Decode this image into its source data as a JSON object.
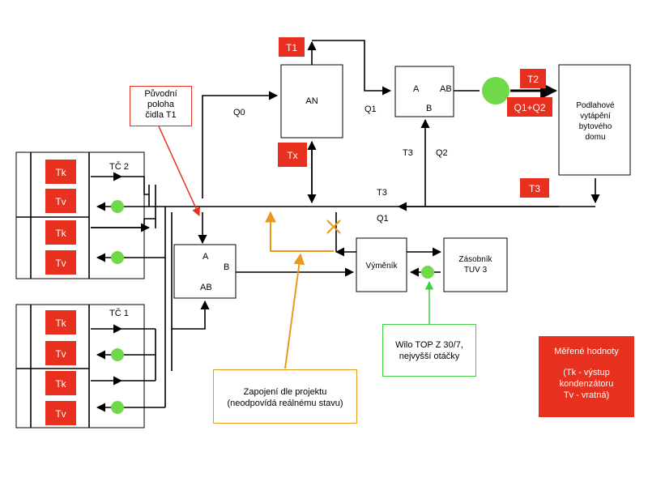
{
  "blocks": {
    "an": "AN",
    "valve_top": {
      "a": "A",
      "ab": "AB",
      "b": "B"
    },
    "valve_bottom": {
      "a": "A",
      "b": "B",
      "ab": "AB"
    },
    "floor_heating": [
      "Podlahové",
      "vytápění",
      "bytového",
      "domu"
    ],
    "exchanger": "Výměník",
    "tank": [
      "Zásobník",
      "TUV 3"
    ]
  },
  "tags": {
    "t1": "T1",
    "tx": "Tx",
    "t2": "T2",
    "q1q2": "Q1+Q2",
    "t3_right": "T3",
    "tk": "Tk",
    "tv": "Tv"
  },
  "labels": {
    "q0": "Q0",
    "q1_top": "Q1",
    "t3_mid": "T3",
    "q2": "Q2",
    "t3_line": "T3",
    "q1_line": "Q1",
    "tc2": "TČ 2",
    "tc1": "TČ 1"
  },
  "callouts": {
    "original_position": [
      "Původní",
      "poloha",
      "čidla T1"
    ],
    "project": [
      "Zapojení dle projektu",
      "(neodpovídá reálnému stavu)"
    ],
    "pump_info": [
      "Wilo TOP Z 30/7,",
      "nejvyšší otáčky"
    ],
    "legend": [
      "Měřené hodnoty",
      "",
      "(Tk - výstup",
      "kondenzátoru",
      "Tv - vratná)"
    ]
  },
  "colors": {
    "tag_red": "#e8301e",
    "pump_green": "#6fd94a",
    "project_orange": "#e89a1e",
    "callout_red": "#e8301e",
    "callout_green": "#3fcf3f"
  }
}
